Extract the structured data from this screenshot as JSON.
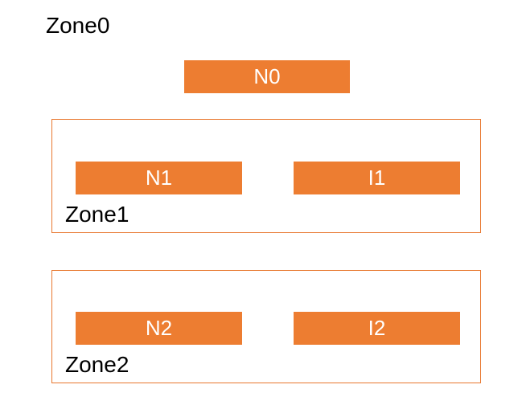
{
  "colors": {
    "box_fill": "#ED7D31",
    "box_text": "#FFFFFF",
    "zone_border": "#E8772E",
    "label_text": "#000000",
    "background": "#FFFFFF"
  },
  "diagram": {
    "zone0": {
      "label": "Zone0",
      "nodes": [
        {
          "label": "N0"
        }
      ]
    },
    "zone1": {
      "label": "Zone1",
      "nodes": [
        {
          "label": "N1"
        },
        {
          "label": "I1"
        }
      ]
    },
    "zone2": {
      "label": "Zone2",
      "nodes": [
        {
          "label": "N2"
        },
        {
          "label": "I2"
        }
      ]
    }
  }
}
